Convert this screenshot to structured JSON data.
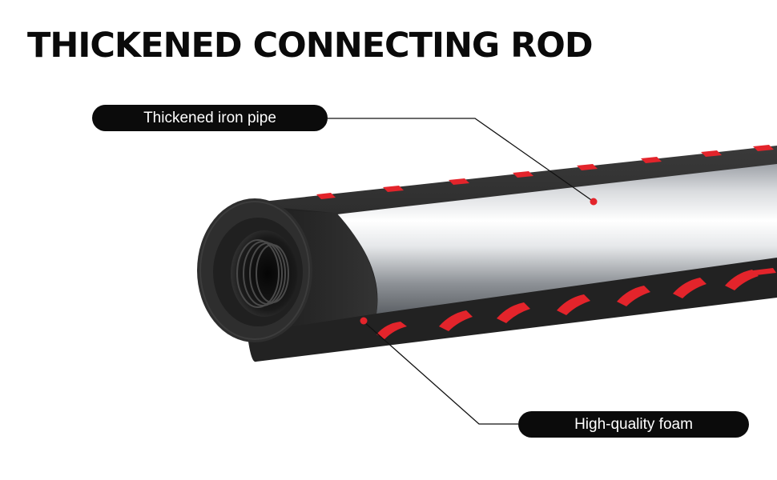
{
  "title": "THICKENED CONNECTING ROD",
  "callouts": {
    "pipe": {
      "label": "Thickened iron pipe"
    },
    "foam": {
      "label": "High-quality foam"
    }
  },
  "colors": {
    "foam": "#2b2b2b",
    "foam_stripe": "#e3242b",
    "pipe": "#c9ccd0",
    "callout_pill": "#0b0b0b",
    "callout_dot": "#e3242b"
  }
}
